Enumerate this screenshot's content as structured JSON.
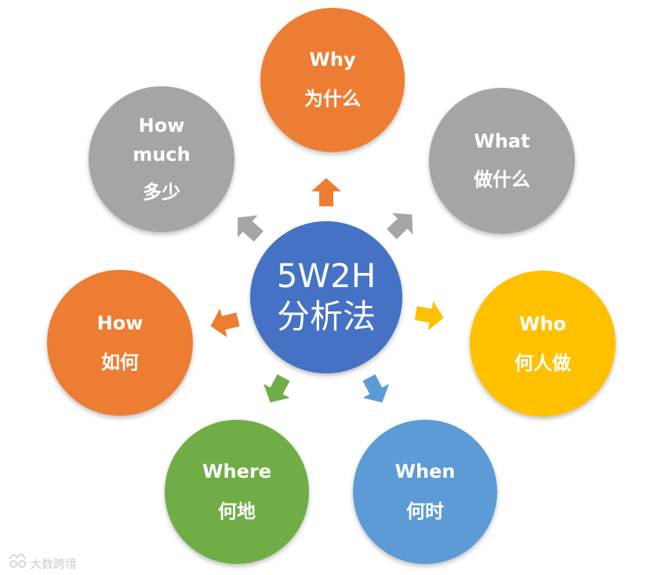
{
  "center": {
    "line1": "5W2H",
    "line2": "分析法",
    "color": "#4472c4"
  },
  "nodes": [
    {
      "id": "why",
      "label_en": "Why",
      "label_zh": "为什么",
      "color": "#ed7d31"
    },
    {
      "id": "what",
      "label_en": "What",
      "label_zh": "做什么",
      "color": "#a5a5a5"
    },
    {
      "id": "who",
      "label_en": "Who",
      "label_zh": "何人做",
      "color": "#ffc000"
    },
    {
      "id": "when",
      "label_en": "When",
      "label_zh": "何时",
      "color": "#5b9bd5"
    },
    {
      "id": "where",
      "label_en": "Where",
      "label_zh": "何地",
      "color": "#70ad47"
    },
    {
      "id": "how",
      "label_en": "How",
      "label_zh": "如何",
      "color": "#ed7d31"
    },
    {
      "id": "how-much",
      "label_en": "How much",
      "label_en_line1": "How",
      "label_en_line2": "much",
      "label_zh": "多少",
      "color": "#a5a5a5"
    }
  ],
  "watermark": {
    "text": "大数跨境"
  }
}
